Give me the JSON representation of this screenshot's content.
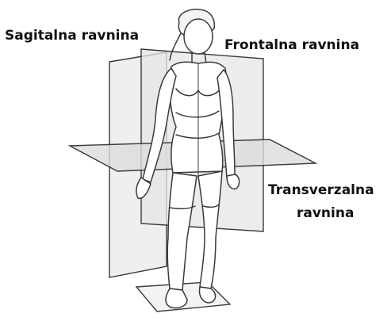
{
  "labels": {
    "sagittal": "Sagitalna ravnina",
    "frontal": "Frontalna ravnina",
    "transverse_line1": "Transverzalna",
    "transverse_line2": "ravnina"
  },
  "colors": {
    "stroke": "#3a3a3a",
    "plane_fill": "#e9e9e9",
    "figure_fill": "#ffffff",
    "text": "#111111"
  }
}
